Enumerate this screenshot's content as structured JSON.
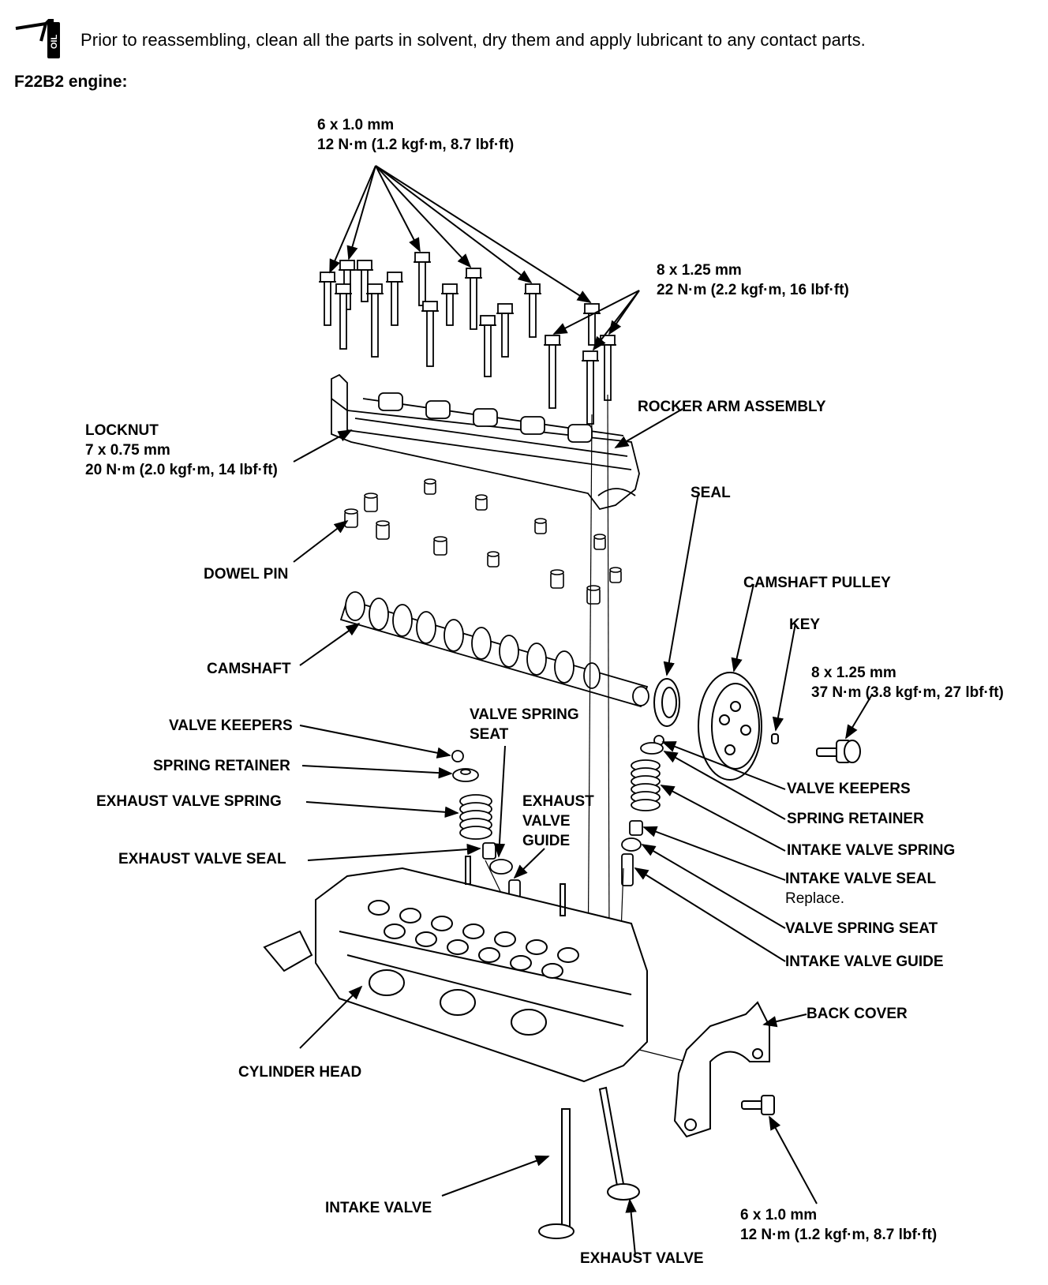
{
  "header": {
    "oil_icon_label": "OIL",
    "note": "Prior to reassembling, clean all the parts in solvent, dry them and apply lubricant to any contact parts."
  },
  "engine_title": "F22B2 engine:",
  "labels": {
    "bolt_top": {
      "size": "6 x 1.0 mm",
      "torque": "12 N·m (1.2 kgf·m, 8.7 lbf·ft)"
    },
    "bolt_right": {
      "size": "8 x 1.25 mm",
      "torque": "22 N·m (2.2 kgf·m, 16 lbf·ft)"
    },
    "rocker_arm_assembly": "ROCKER ARM ASSEMBLY",
    "locknut": {
      "name": "LOCKNUT",
      "size": "7 x 0.75 mm",
      "torque": "20 N·m (2.0 kgf·m, 14 lbf·ft)"
    },
    "seal": "SEAL",
    "dowel_pin": "DOWEL PIN",
    "camshaft_pulley": "CAMSHAFT PULLEY",
    "key": "KEY",
    "pulley_bolt": {
      "size": "8 x 1.25 mm",
      "torque": "37 N·m (3.8 kgf·m, 27 lbf·ft)"
    },
    "camshaft": "CAMSHAFT",
    "valve_keepers_left": "VALVE KEEPERS",
    "valve_spring_seat_left": {
      "line1": "VALVE SPRING",
      "line2": "SEAT"
    },
    "spring_retainer_left": "SPRING RETAINER",
    "exhaust_valve_spring": "EXHAUST VALVE SPRING",
    "exhaust_valve_guide": {
      "line1": "EXHAUST",
      "line2": "VALVE",
      "line3": "GUIDE"
    },
    "exhaust_valve_seal": "EXHAUST VALVE SEAL",
    "valve_keepers_right": "VALVE KEEPERS",
    "spring_retainer_right": "SPRING RETAINER",
    "intake_valve_spring": "INTAKE VALVE SPRING",
    "intake_valve_seal": {
      "name": "INTAKE VALVE SEAL",
      "note": "Replace."
    },
    "valve_spring_seat_right": "VALVE SPRING SEAT",
    "intake_valve_guide": "INTAKE VALVE GUIDE",
    "back_cover": "BACK COVER",
    "cylinder_head": "CYLINDER HEAD",
    "intake_valve": "INTAKE VALVE",
    "exhaust_valve": "EXHAUST VALVE",
    "bolt_bottom": {
      "size": "6 x 1.0 mm",
      "torque": "12 N·m (1.2 kgf·m, 8.7 lbf·ft)"
    }
  }
}
